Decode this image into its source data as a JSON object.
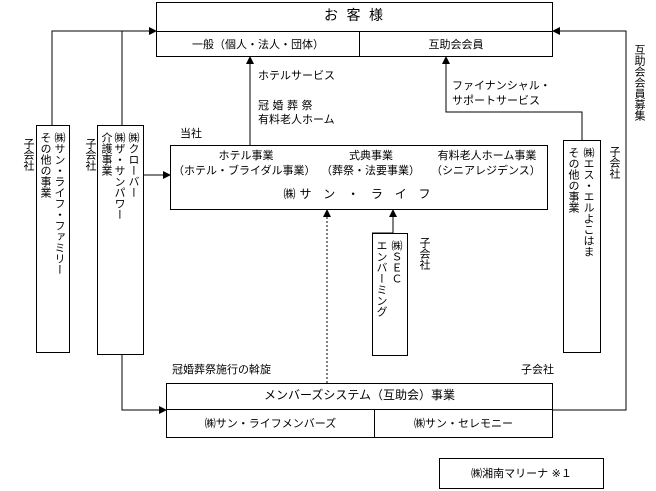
{
  "customers": {
    "title": "お 客 様",
    "general": "一般（個人・法人・団体）",
    "mutual_members": "互助会会員"
  },
  "labels": {
    "hotel_service": "ホテルサービス",
    "wedding_funeral": "冠 婚 葬 祭",
    "nursing_home": "有料老人ホーム",
    "financial_1": "ファイナンシャル・",
    "financial_2": "サポートサービス",
    "our_company": "当社",
    "member_recruit": "互助会会員募集",
    "ceremony_mediation": "冠婚葬祭施行の斡旋",
    "subsidiary_right": "子会社",
    "subsidiary_bottom": "子会社",
    "subsidiary_left1": "子会社",
    "subsidiary_left2": "子会社",
    "subsidiary_sec": "子会社"
  },
  "main": {
    "hotel_business": "ホテル事業",
    "hotel_detail": "（ホテル・ブライダル事業）",
    "ceremony_business": "式典事業",
    "ceremony_detail": "（葬祭・法要事業）",
    "nursing_business": "有料老人ホーム事業",
    "nursing_detail": "（シニアレジデンス）",
    "company_name": "㈱サ ン ・ ラ イ フ"
  },
  "subs": {
    "family_line1": "その他の事業",
    "family_line2": "㈱サン・ライフ・ファミリー",
    "sunpower_line1": "介護事業",
    "sunpower_line2": "㈱ザ・サンパワー",
    "clover": "㈱クローバー",
    "sec_line1": "エンバーミング",
    "sec_line2": "㈱ＳＥＣ",
    "yokohama_line1": "その他の事業",
    "yokohama_line2": "㈱エス・エルよこはま"
  },
  "members_system": {
    "title": "メンバーズシステム（互助会）事業",
    "left": "㈱サン・ライフメンバーズ",
    "right": "㈱サン・セレモニー"
  },
  "marina": "㈱湘南マリーナ ※１"
}
